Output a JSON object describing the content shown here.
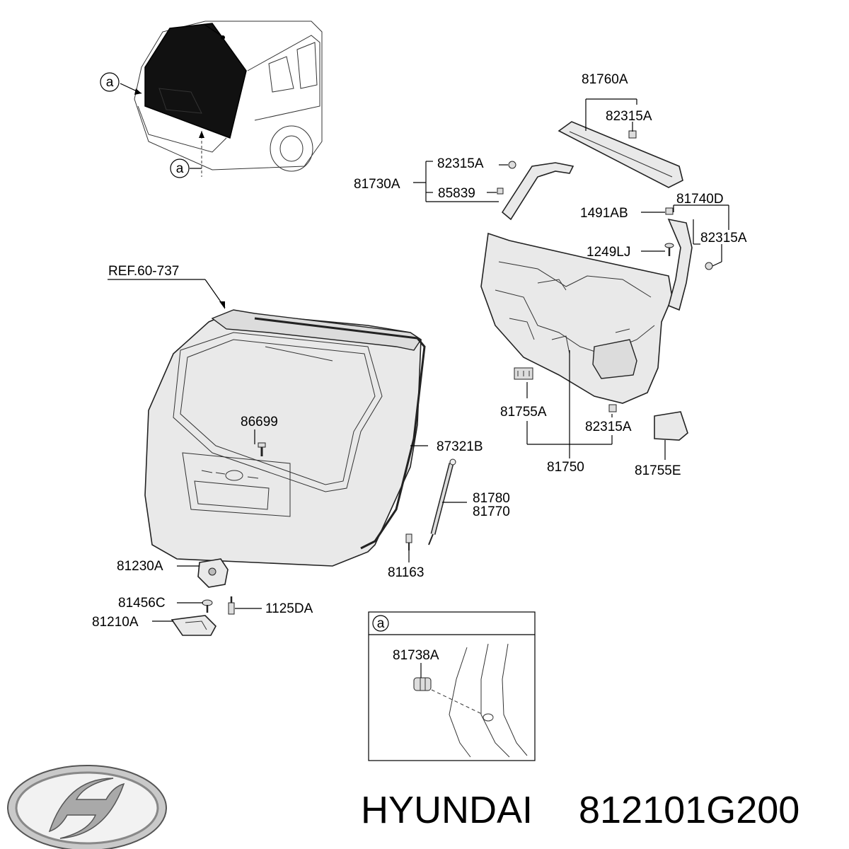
{
  "labels": {
    "ref": "REF.60-737",
    "p81760A": "81760A",
    "p82315A_top": "82315A",
    "p81730A": "81730A",
    "p82315A_a": "82315A",
    "p85839": "85839",
    "p81740D": "81740D",
    "p1491AB": "1491AB",
    "p82315A_r": "82315A",
    "p1249LJ": "1249LJ",
    "p86699": "86699",
    "p87321B": "87321B",
    "p81755A": "81755A",
    "p82315A_b": "82315A",
    "p81750": "81750",
    "p81755E": "81755E",
    "p81780": "81780",
    "p81770": "81770",
    "p81163": "81163",
    "p81230A": "81230A",
    "p81456C": "81456C",
    "p1125DA": "1125DA",
    "p81210A": "81210A",
    "p81738A": "81738A"
  },
  "callouts": {
    "a": "a"
  },
  "brand": {
    "name": "HYUNDAI",
    "part_number": "812101G200"
  }
}
